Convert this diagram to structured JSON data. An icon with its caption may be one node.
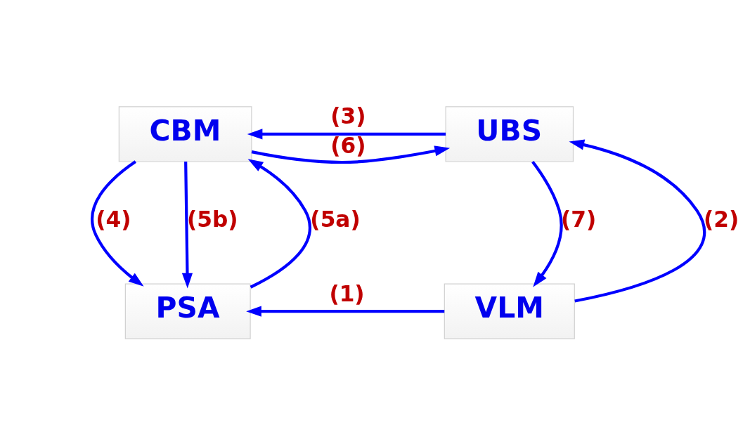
{
  "diagram": {
    "nodes": [
      {
        "text": [
          "CBM"
        ]
      },
      {
        "text": [
          "UBS"
        ]
      },
      {
        "text": [
          "PSA"
        ]
      },
      {
        "text": [
          "VLM"
        ]
      }
    ],
    "edges": [
      {
        "from": 3,
        "to": 2,
        "arrow": "to",
        "label": "(1)"
      },
      {
        "from": 3,
        "to": 1,
        "arrow": "to",
        "label": "(2)"
      },
      {
        "from": 1,
        "to": 0,
        "arrow": "to",
        "label": "(3)"
      },
      {
        "from": 0,
        "to": 2,
        "arrow": "to",
        "label": "(4)"
      },
      {
        "from": 2,
        "to": 0,
        "arrow": "to",
        "label": "(5a)"
      },
      {
        "from": 0,
        "to": 2,
        "arrow": "to",
        "label": "(5b)"
      },
      {
        "from": 0,
        "to": 1,
        "arrow": "to",
        "label": "(6)"
      },
      {
        "from": 1,
        "to": 3,
        "arrow": "to",
        "label": "(7)"
      }
    ]
  }
}
